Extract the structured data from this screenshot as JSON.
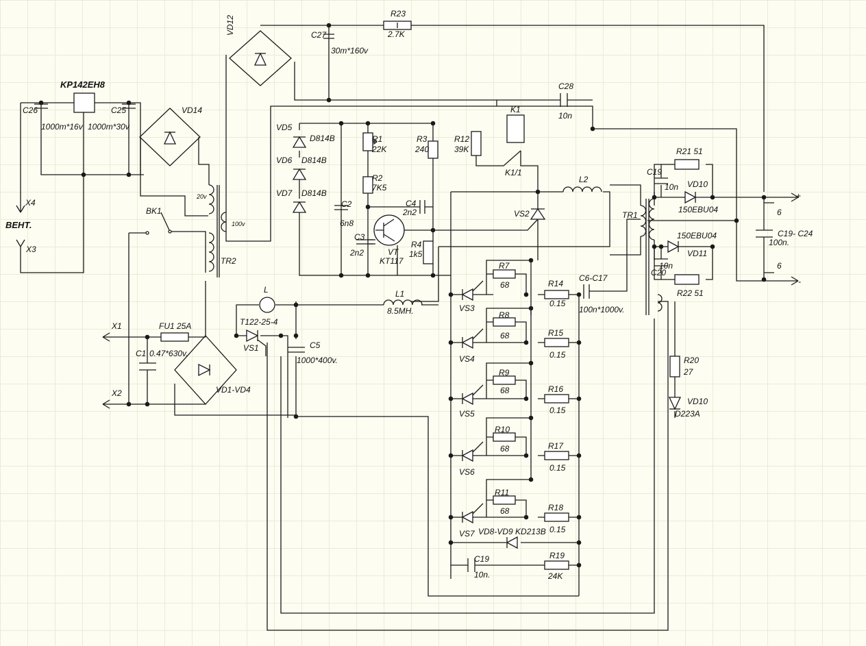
{
  "labels": {
    "vd12": "VD12",
    "r23": "R23",
    "r23v": "2.7K",
    "c27": "C27",
    "c27v": "30m*160v",
    "kr": "KP142EH8",
    "c26": "C26",
    "c26v": "1000m*16v",
    "c25": "C25",
    "c25v": "1000m*30v",
    "vd14": "VD14",
    "c28": "C28",
    "c28v": "10n",
    "k1": "K1",
    "k11": "K1/1",
    "vd5": "VD5",
    "vd6": "VD6",
    "vd7": "VD7",
    "d814a": "D814B",
    "d814b": "D814B",
    "d814c": "D814B",
    "r1": "R1",
    "r1v": "22K",
    "r3": "R3",
    "r3v": "240",
    "r12": "R12",
    "r12v": "39K",
    "r2": "R2",
    "r2v": "7K5",
    "c2": "C2",
    "c2v": "6n8",
    "c4": "C4",
    "c4v": "2n2",
    "c3": "C3",
    "c3v": "2n2",
    "vt": "VT",
    "vtv": "KT117",
    "r4": "R4",
    "r4v": "1k5",
    "vs2": "VS2",
    "l2": "L2",
    "tr1": "TR1",
    "c19a": "C19",
    "c19av": "10n",
    "r21": "R21  51",
    "vd10a": "VD10",
    "ebu1": "150EBU04",
    "ebu2": "150EBU04",
    "vd11": "VD11",
    "c20": "C20",
    "c20v": "10n",
    "r22": "R22  51",
    "c1924": "C19- C24",
    "c1924v": "100n.",
    "six1": "6",
    "six2": "6",
    "plus": "+",
    "minus": "-",
    "x4": "X4",
    "vent": "ВЕНТ.",
    "x3": "X3",
    "bk1": "BK1",
    "v20": "20v",
    "v100": "100v",
    "tr2": "TR2",
    "l": "L",
    "l1": "L1",
    "l1v": "8.5MH.",
    "t122": "T122-25-4",
    "vs1": "VS1",
    "c5": "C5",
    "c5v": "1000*400v.",
    "x1": "X1",
    "fu1": "FU1  25A",
    "c1": "C1",
    "c1v": "0.47*630v.",
    "x2": "X2",
    "vd14b": "VD1-VD4",
    "r7": "R7",
    "r8": "R8",
    "r9": "R9",
    "r10": "R10",
    "r11": "R11",
    "r7v": "68",
    "r8v": "68",
    "r9v": "68",
    "r10v": "68",
    "r11v": "68",
    "r14": "R14",
    "r15": "R15",
    "r16": "R16",
    "r17": "R17",
    "r18": "R18",
    "r14v": "0.15",
    "r15v": "0.15",
    "r16v": "0.15",
    "r17v": "0.15",
    "r18v": "0.15",
    "vs3": "VS3",
    "vs4": "VS4",
    "vs5": "VS5",
    "vs6": "VS6",
    "vs7": "VS7",
    "c617": "C6-C17",
    "c617v": "100n*1000v.",
    "vd89": "VD8-VD9  KD213B",
    "c19b": "C19",
    "c19bv": "10n.",
    "r19": "R19",
    "r19v": "24K",
    "r20": "R20",
    "r20v": "27",
    "vd10b": "VD10",
    "d223": "D223A"
  }
}
